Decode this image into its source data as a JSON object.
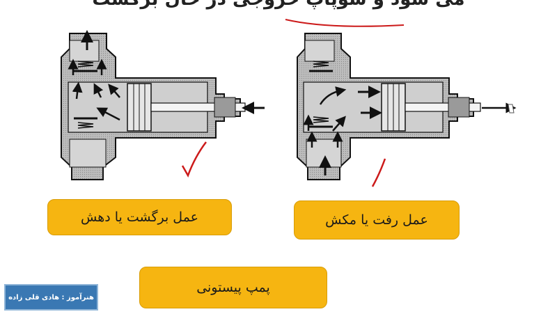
{
  "slide": {
    "title_partial": "می شود و سوپاپ خروجی در حال برگشت"
  },
  "labels": {
    "return_stroke": "عمل برگشت یا دهش",
    "forward_stroke": "عمل رفت یا مکش",
    "pump_name": "پمپ پیستونی"
  },
  "credit": {
    "text": "هنرآموز : هادی قلی زاده"
  },
  "colors": {
    "label_box": "#f6b511",
    "credit_box": "#3a78b3",
    "annotation_ink": "#cc1a1a",
    "pump_body": "#b5b5b5"
  }
}
